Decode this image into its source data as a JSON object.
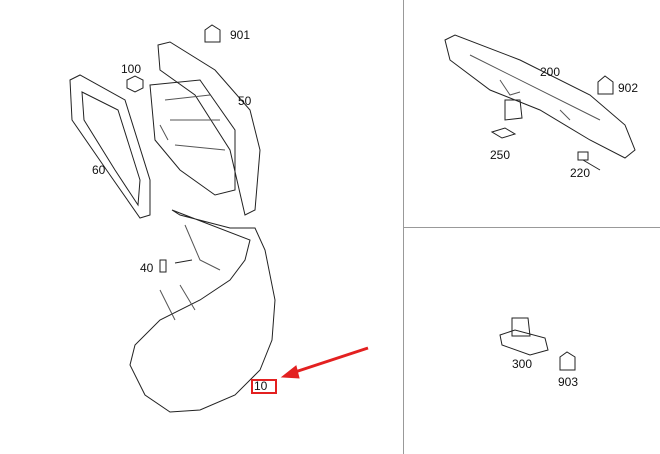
{
  "labels": {
    "p901": "901",
    "p100": "100",
    "p50": "50",
    "p60": "60",
    "p40": "40",
    "p10": "10",
    "p200": "200",
    "p902": "902",
    "p250": "250",
    "p220": "220",
    "p300": "300",
    "p903": "903"
  },
  "highlight": {
    "part": "10",
    "color": "#e32020"
  }
}
